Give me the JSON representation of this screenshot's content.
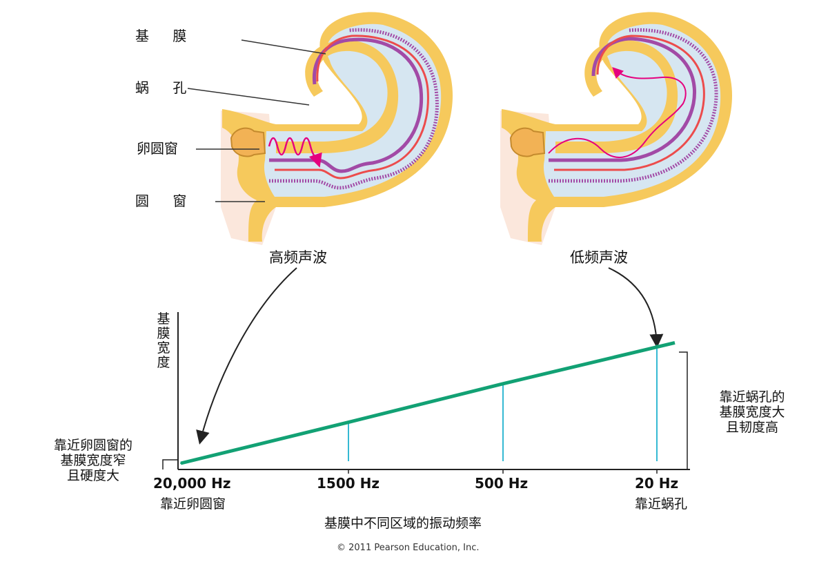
{
  "labels": {
    "basilar": "基 膜",
    "helicotrema": "蜗 孔",
    "oval": "卵圆窗",
    "round": "圆 窗"
  },
  "captions": {
    "high": "高频声波",
    "low": "低频声波"
  },
  "chart": {
    "ylabel": "基膜宽度",
    "left_note": "靠近卵圆窗的\n基膜宽度窄\n且硬度大",
    "right_note": "靠近蜗孔的\n基膜宽度大\n且韧度高",
    "xlabel": "基膜中不同区域的振动频率",
    "left_sub": "靠近卵圆窗",
    "right_sub": "靠近蜗孔",
    "ticks": [
      "20,000 Hz",
      "1500 Hz",
      "500 Hz",
      "20 Hz"
    ],
    "copyright": "© 2011 Pearson Education, Inc."
  },
  "colors": {
    "yellow": "#f6c95c",
    "fluid": "#d6e6f1",
    "purple": "#a24aa6",
    "red": "#ec4c4c",
    "wave": "#e5007e",
    "green": "#12a174",
    "cyan": "#34b9d3"
  },
  "chart_data": {
    "type": "line",
    "x": [
      "20,000 Hz",
      "1500 Hz",
      "500 Hz",
      "20 Hz"
    ],
    "series": [
      {
        "values": [
          0.05,
          0.38,
          0.69,
          1.0
        ]
      }
    ],
    "xlabel": "基膜中不同区域的振动频率",
    "ylabel": "基膜宽度"
  }
}
